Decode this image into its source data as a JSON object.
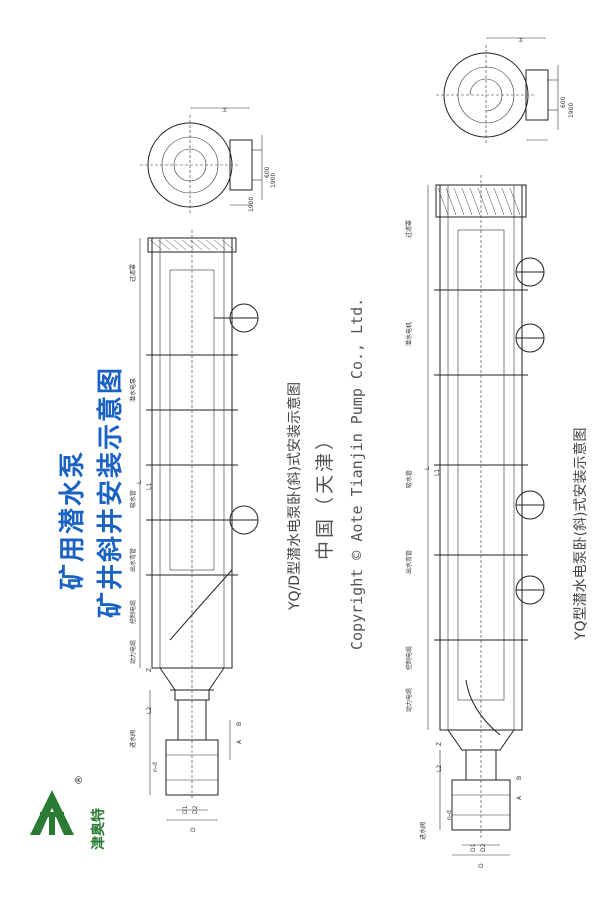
{
  "title": {
    "line1": "矿用潜水泵",
    "line2": "矿井斜井安装示意图"
  },
  "logo": {
    "brand": "津奥特",
    "registered": "®"
  },
  "captions": {
    "upper": "YQ/D型潜水电泵卧(斜)式安装示意图",
    "lower": "YQ型潜水电泵卧(斜)式安装示意图"
  },
  "center": {
    "origin": "中国（天津）",
    "copyright": "Copyright ©  Aote Tianjin Pump Co., Ltd."
  },
  "upper_drawing": {
    "labels": [
      "过滤罩",
      "潜水电泵",
      "吸水管",
      "出水弯管",
      "控制电缆",
      "动力电缆",
      "进水阀"
    ],
    "dims": [
      "L",
      "L1",
      "L2",
      "Z",
      "H",
      "n-d",
      "A",
      "B",
      "D1",
      "D2",
      "D",
      "600",
      "1900",
      "1900"
    ]
  },
  "lower_drawing": {
    "labels": [
      "过滤罩",
      "潜水电机",
      "吸水管",
      "出水弯管",
      "控制电缆",
      "动力电缆",
      "进水阀"
    ],
    "dims": [
      "L",
      "L1",
      "L2",
      "Z",
      "H",
      "n-d",
      "A",
      "B",
      "D1",
      "D2",
      "D",
      "600",
      "1900"
    ]
  }
}
